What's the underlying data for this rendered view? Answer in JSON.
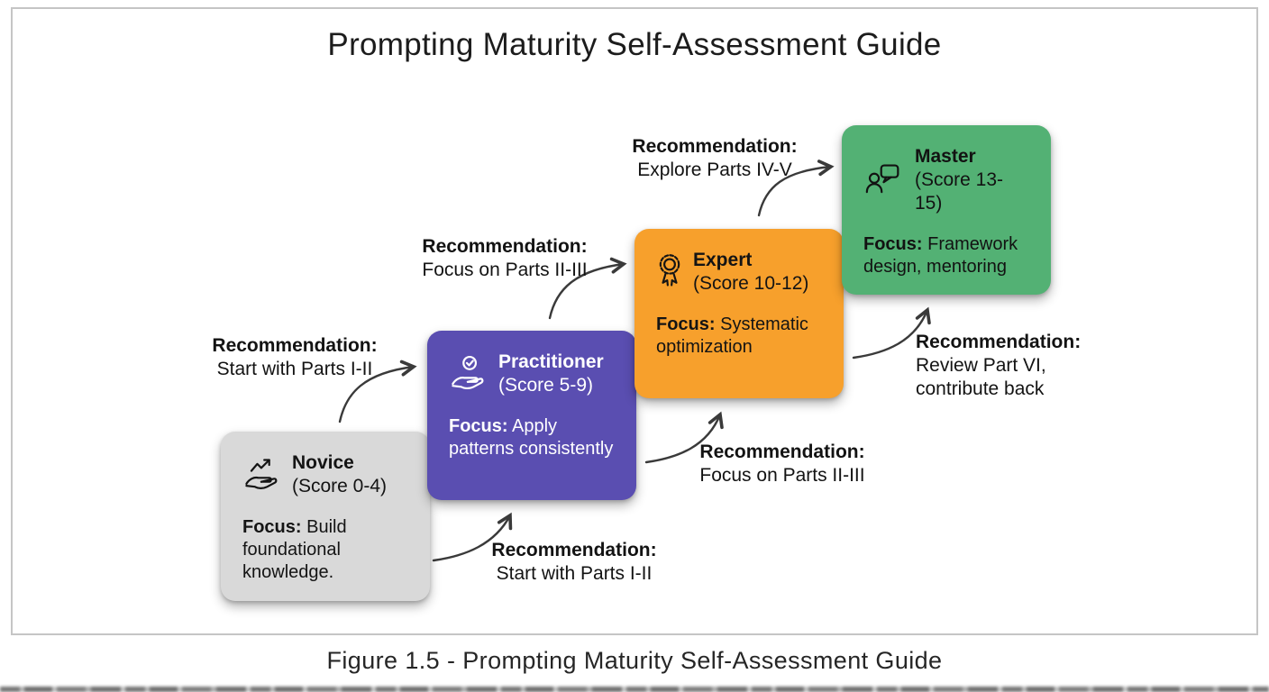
{
  "title": "Prompting Maturity Self-Assessment Guide",
  "caption": "Figure 1.5 - Prompting Maturity Self-Assessment Guide",
  "colors": {
    "frame": "#c5c5c5",
    "arrow": "#3a3a3a",
    "ink": "#161616"
  },
  "levels": [
    {
      "name": "Novice",
      "score": "(Score 0-4)",
      "focus_label": "Focus:",
      "focus_text": "Build foundational knowledge.",
      "color": "#d9d9d9",
      "text_color": "#141414",
      "icon": "hand-growth-icon"
    },
    {
      "name": "Practitioner",
      "score": "(Score 5-9)",
      "focus_label": "Focus:",
      "focus_text": "Apply patterns consistently",
      "color": "#5a4eb1",
      "text_color": "#ffffff",
      "icon": "hand-check-icon"
    },
    {
      "name": "Expert",
      "score": "(Score 10-12)",
      "focus_label": "Focus:",
      "focus_text": "Systematic optimization",
      "color": "#f7a02c",
      "text_color": "#141414",
      "icon": "award-ribbon-icon"
    },
    {
      "name": "Master",
      "score": "(Score 13-15)",
      "focus_label": "Focus:",
      "focus_text": "Framework design, mentoring",
      "color": "#53b174",
      "text_color": "#121212",
      "icon": "person-chat-icon"
    }
  ],
  "recommendations": [
    {
      "label": "Recommendation:",
      "line1": "Start with Parts I-II"
    },
    {
      "label": "Recommendation:",
      "line1": "Focus on Parts II-III"
    },
    {
      "label": "Recommendation:",
      "line1": "Explore Parts IV-V"
    },
    {
      "label": "Recommendation:",
      "line1": "Start with Parts I-II"
    },
    {
      "label": "Recommendation:",
      "line1": "Focus on Parts II-III"
    },
    {
      "label": "Recommendation:",
      "line1": "Review Part VI,",
      "line2": "contribute back"
    }
  ]
}
